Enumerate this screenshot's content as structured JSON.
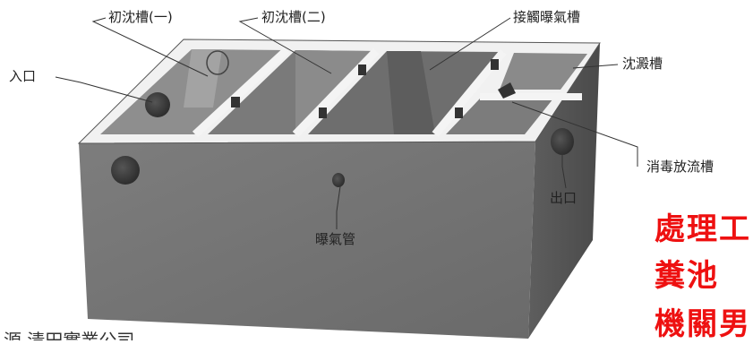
{
  "diagram": {
    "labels": {
      "primary_tank_1": "初沈槽(一)",
      "primary_tank_2": "初沈槽(二)",
      "contact_aeration_tank": "接觸曝氣槽",
      "settling_tank": "沈澱槽",
      "inlet": "入口",
      "disinfection_discharge_tank": "消毒放流槽",
      "outlet": "出口",
      "aeration_pipe": "曝氣管"
    },
    "overlay_text": [
      "處理工",
      "糞池",
      "機關男"
    ],
    "source_note": "源 清田實業公司"
  }
}
